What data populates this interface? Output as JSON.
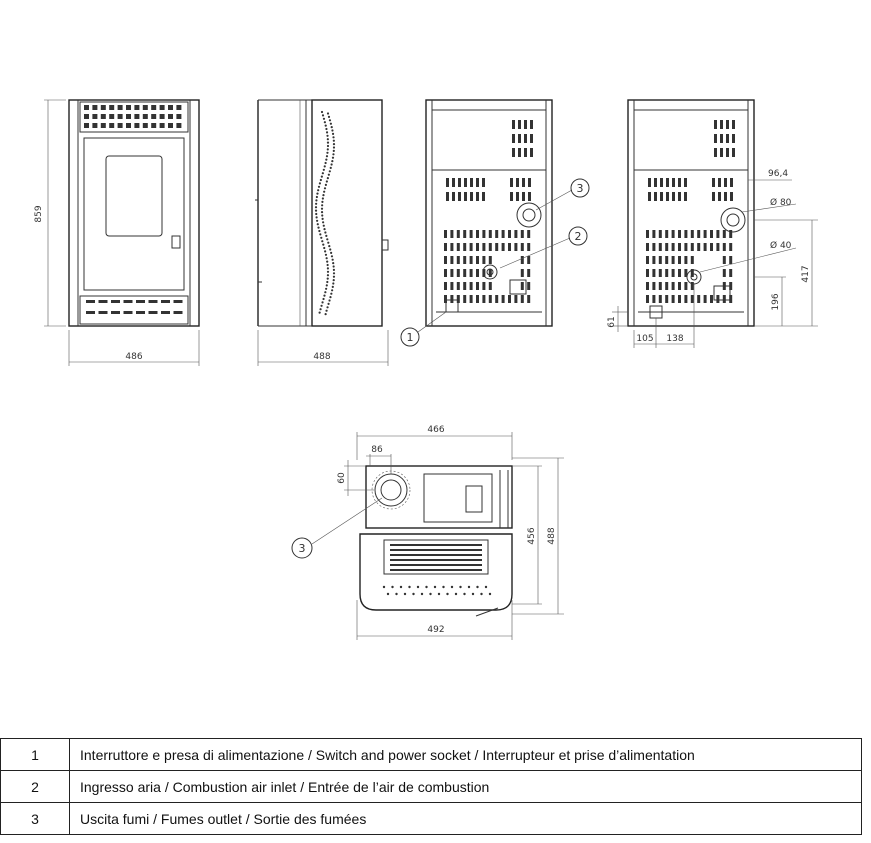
{
  "views": {
    "front": {
      "width": "486",
      "height": "859"
    },
    "side": {
      "width": "488"
    },
    "rear_dims": {
      "d1": "96,4",
      "d2": "Ø 80",
      "d3": "Ø 40",
      "h1": "417",
      "h2": "196",
      "h3": "61",
      "w1": "105",
      "w2": "138"
    },
    "top": {
      "w_top": "466",
      "w_bottom": "492",
      "d1": "86",
      "d2": "60",
      "h1": "456",
      "h2": "488"
    }
  },
  "callouts": {
    "c1": "1",
    "c2": "2",
    "c3": "3"
  },
  "legend": [
    {
      "num": "1",
      "text": "Interruttore e presa di alimentazione / Switch and power socket / Interrupteur et prise d’alimentation"
    },
    {
      "num": "2",
      "text": "Ingresso aria / Combustion air inlet / Entrée de l’air de combustion"
    },
    {
      "num": "3",
      "text": "Uscita fumi / Fumes outlet / Sortie des fumées"
    }
  ]
}
